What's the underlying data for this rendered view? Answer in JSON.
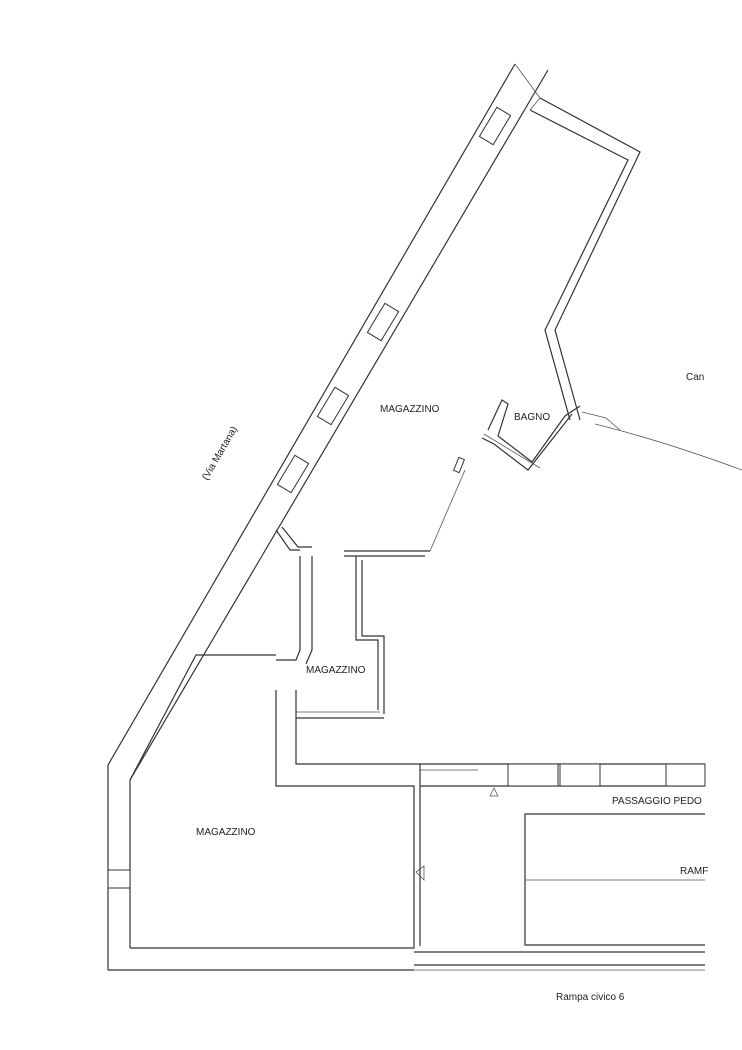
{
  "labels": {
    "street": "(Via Martana)",
    "magazzino_top": "MAGAZZINO",
    "bagno": "BAGNO",
    "can": "Can",
    "magazzino_middle": "MAGAZZINO",
    "magazzino_bottom": "MAGAZZINO",
    "passaggio": "PASSAGGIO PEDO",
    "rampa": "RAMF",
    "rampa_civico": "Rampa civico 6"
  }
}
